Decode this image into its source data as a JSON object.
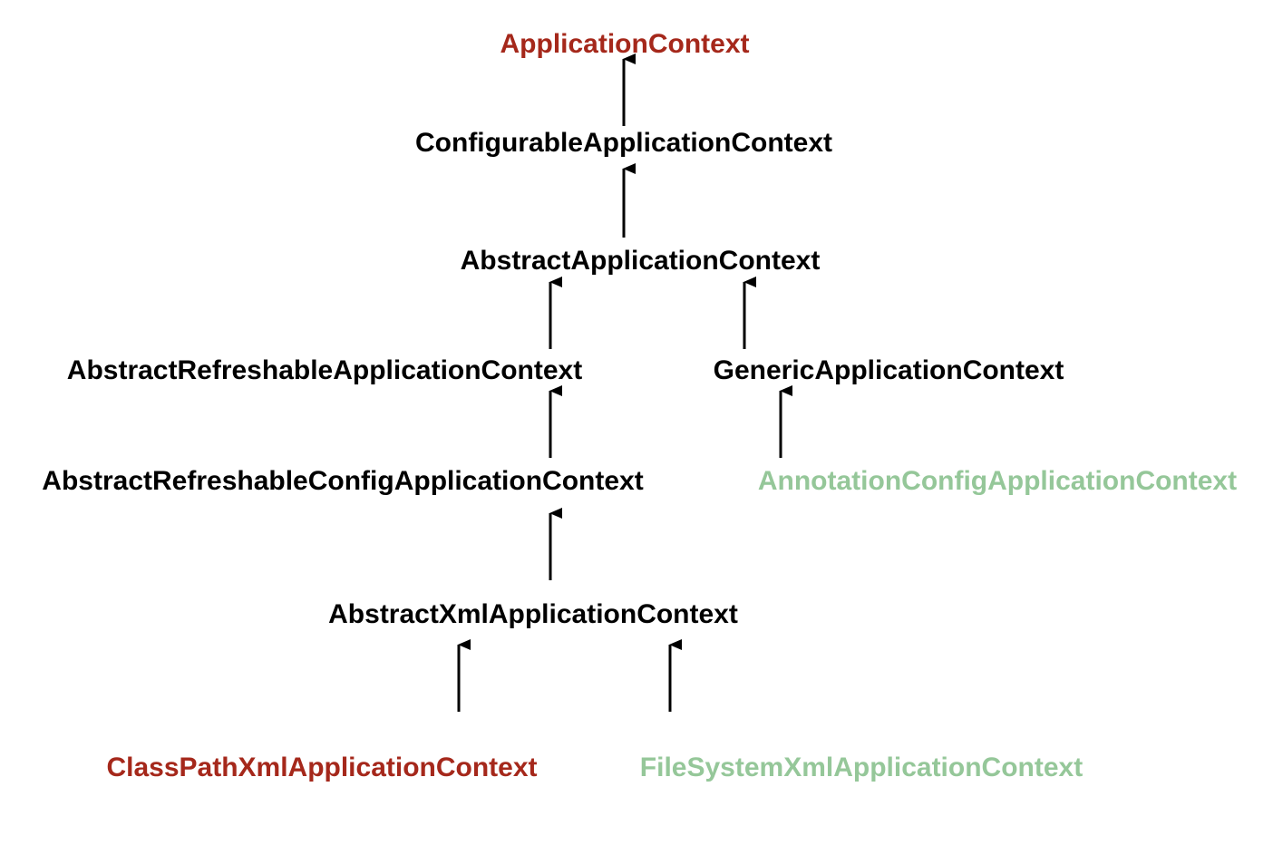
{
  "colors": {
    "default": "#000000",
    "red": "#a5281b",
    "green": "#95c799",
    "arrow": "#000000"
  },
  "nodes": {
    "application_context": {
      "label": "ApplicationContext",
      "color": "red"
    },
    "configurable_application_context": {
      "label": "ConfigurableApplicationContext",
      "color": "default"
    },
    "abstract_application_context": {
      "label": "AbstractApplicationContext",
      "color": "default"
    },
    "abstract_refreshable_application_context": {
      "label": "AbstractRefreshableApplicationContext",
      "color": "default"
    },
    "generic_application_context": {
      "label": "GenericApplicationContext",
      "color": "default"
    },
    "abstract_refreshable_config_application_context": {
      "label": "AbstractRefreshableConfigApplicationContext",
      "color": "default"
    },
    "annotation_config_application_context": {
      "label": "AnnotationConfigApplicationContext",
      "color": "green"
    },
    "abstract_xml_application_context": {
      "label": "AbstractXmlApplicationContext",
      "color": "default"
    },
    "class_path_xml_application_context": {
      "label": "ClassPathXmlApplicationContext",
      "color": "red"
    },
    "file_system_xml_application_context": {
      "label": "FileSystemXmlApplicationContext",
      "color": "green"
    }
  },
  "edges": [
    {
      "from": "configurable_application_context",
      "to": "application_context"
    },
    {
      "from": "abstract_application_context",
      "to": "configurable_application_context"
    },
    {
      "from": "abstract_refreshable_application_context",
      "to": "abstract_application_context"
    },
    {
      "from": "generic_application_context",
      "to": "abstract_application_context"
    },
    {
      "from": "abstract_refreshable_config_application_context",
      "to": "abstract_refreshable_application_context"
    },
    {
      "from": "annotation_config_application_context",
      "to": "generic_application_context"
    },
    {
      "from": "abstract_xml_application_context",
      "to": "abstract_refreshable_config_application_context"
    },
    {
      "from": "class_path_xml_application_context",
      "to": "abstract_xml_application_context"
    },
    {
      "from": "file_system_xml_application_context",
      "to": "abstract_xml_application_context"
    }
  ]
}
